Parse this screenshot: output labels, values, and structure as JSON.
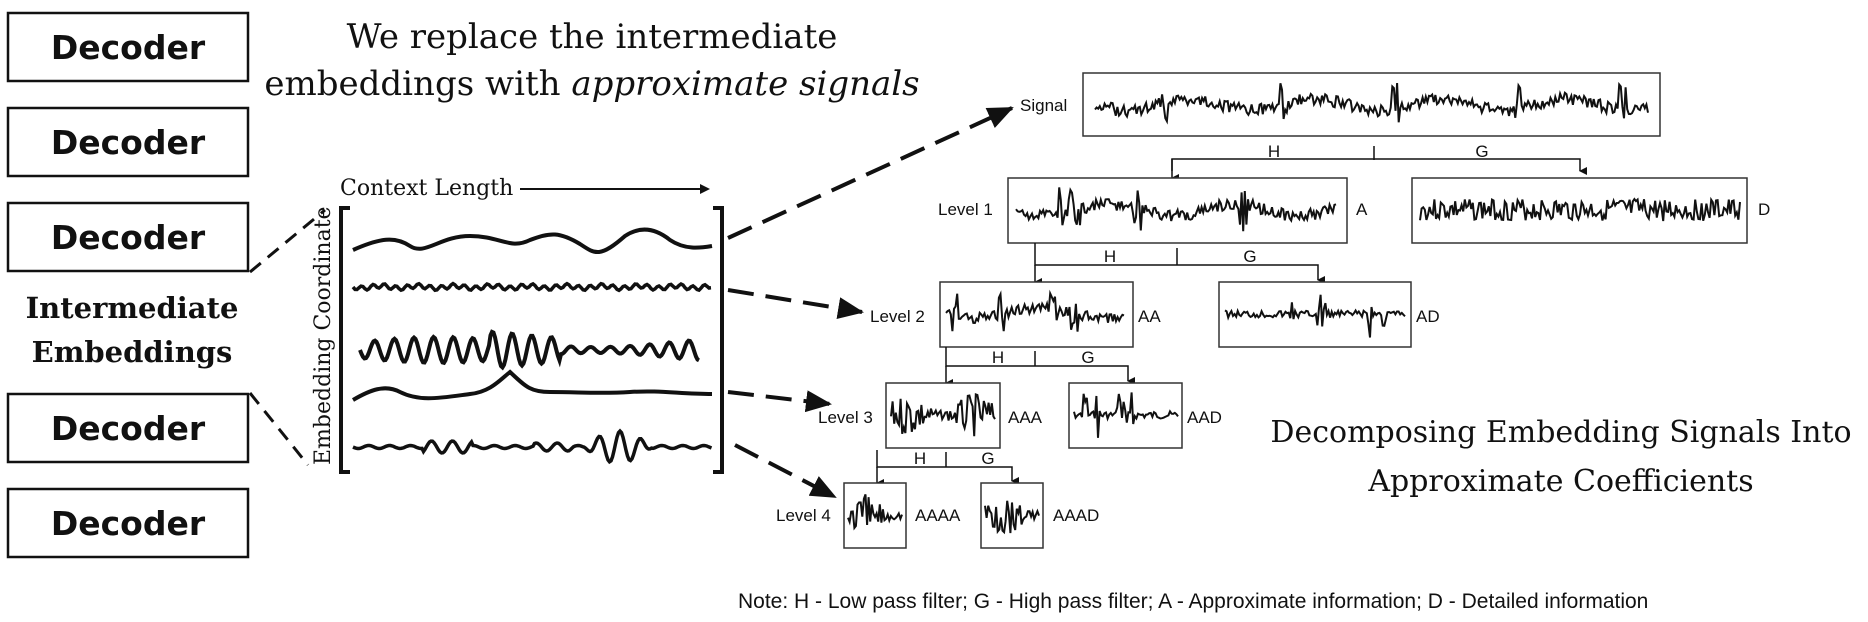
{
  "decoders": [
    {
      "label": "Decoder"
    },
    {
      "label": "Decoder"
    },
    {
      "label": "Decoder"
    },
    {
      "label": "Decoder"
    },
    {
      "label": "Decoder"
    }
  ],
  "intermediate_label": {
    "line1": "Intermediate",
    "line2": "Embeddings"
  },
  "heading": {
    "line1": "We replace the intermediate",
    "line2_plain": "embeddings with ",
    "line2_italic": "approximate signals"
  },
  "matrix": {
    "x_label": "Context Length",
    "y_label": "Embedding Coordinate"
  },
  "tree": {
    "signal_label": "Signal",
    "filters": {
      "low": "H",
      "high": "G"
    },
    "level_labels": [
      "Level 1",
      "Level 2",
      "Level 3",
      "Level 4"
    ],
    "approx_labels": [
      "A",
      "AA",
      "AAA",
      "AAAA"
    ],
    "detail_labels": [
      "D",
      "AD",
      "AAD",
      "AAAD"
    ]
  },
  "caption": {
    "line1": "Decomposing Embedding Signals Into",
    "line2": "Approximate Coefficients"
  },
  "note": "Note:  H - Low pass filter; G - High pass filter; A - Approximate information; D - Detailed information"
}
